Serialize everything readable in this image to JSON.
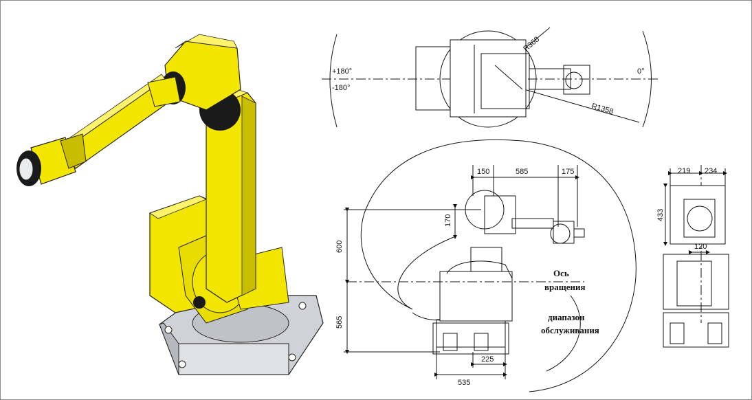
{
  "top_view": {
    "angle_left_pos": "+180°",
    "angle_left_neg": "-180°",
    "angle_right": "0°",
    "radius_inner": "R368",
    "radius_outer": "R1358"
  },
  "side_view": {
    "dims_top": [
      "150",
      "585",
      "175"
    ],
    "dim_170": "170",
    "dim_600": "600",
    "dim_565": "565",
    "dim_225": "225",
    "dim_535": "535",
    "label_axis_line1": "Ось",
    "label_axis_line2": "вращения",
    "label_range_line1": "диапазон",
    "label_range_line2": "обслуживания"
  },
  "front_view": {
    "dim_219": "219",
    "dim_234": "234",
    "dim_433": "433",
    "dim_120": "120"
  },
  "colors": {
    "robot_yellow": "#f2e600",
    "robot_shadow": "#c9bd00",
    "joint_black": "#1a1a1a",
    "base_gray": "#cfd2d6",
    "line": "#111111"
  },
  "icons": [
    "robot-arm-illustration"
  ]
}
